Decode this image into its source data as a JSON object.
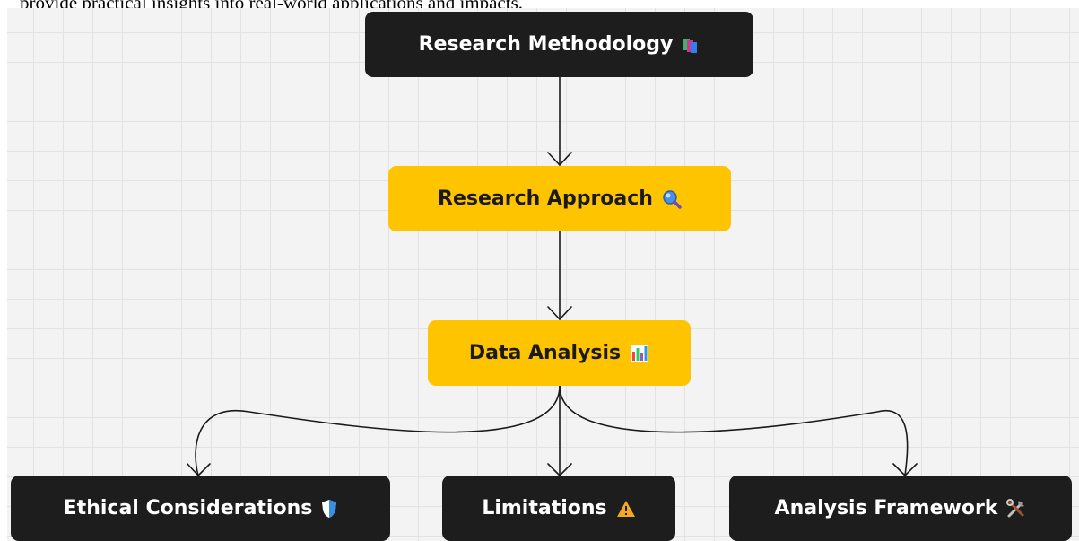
{
  "intro_text": "provide practical insights into real-world applications and impacts.",
  "nodes": {
    "research_methodology": {
      "label": "Research Methodology",
      "icon": "books-icon"
    },
    "research_approach": {
      "label": "Research Approach",
      "icon": "magnifying-glass-icon"
    },
    "data_analysis": {
      "label": "Data Analysis",
      "icon": "bar-chart-icon"
    },
    "ethical_considerations": {
      "label": "Ethical Considerations",
      "icon": "shield-icon"
    },
    "limitations": {
      "label": "Limitations",
      "icon": "warning-icon"
    },
    "analysis_framework": {
      "label": "Analysis Framework",
      "icon": "tools-icon"
    }
  },
  "edges": [
    {
      "from": "Research Methodology",
      "to": "Research Approach"
    },
    {
      "from": "Research Approach",
      "to": "Data Analysis"
    },
    {
      "from": "Data Analysis",
      "to": "Ethical Considerations"
    },
    {
      "from": "Data Analysis",
      "to": "Limitations"
    },
    {
      "from": "Data Analysis",
      "to": "Analysis Framework"
    }
  ],
  "colors": {
    "dark_node": "#1d1d1d",
    "yellow_node": "#ffc400",
    "canvas_bg": "#f3f3f3",
    "grid_line": "#e2e2e2"
  }
}
